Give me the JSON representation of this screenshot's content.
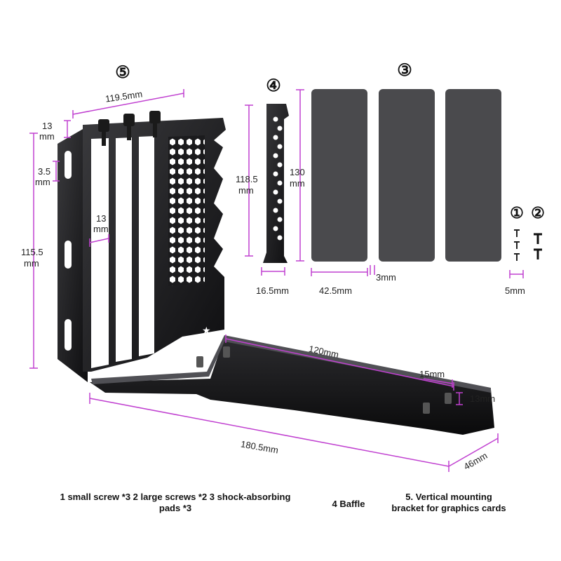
{
  "colors": {
    "dimension_line": "#c040d0",
    "metal": "#1b1b1d",
    "pad": "#4a4a4d",
    "background": "#ffffff"
  },
  "markers": {
    "bracket": "⑤",
    "baffle": "④",
    "pads": "③",
    "small_screw": "①",
    "large_screw": "②"
  },
  "dimensions": {
    "bracket_width": "119.5mm",
    "top_offset_a": "13",
    "top_offset_b": "mm",
    "slot_width_a": "3.5",
    "slot_width_b": "mm",
    "inner_gap_a": "13",
    "inner_gap_b": "mm",
    "bracket_height_a": "115.5",
    "bracket_height_b": "mm",
    "baffle_height_a": "118.5",
    "baffle_height_b": "mm",
    "baffle_width": "16.5mm",
    "pad_height_a": "130",
    "pad_height_b": "mm",
    "pad_width": "42.5mm",
    "pad_thickness": "3mm",
    "screw_length": "5mm",
    "base_length": "120mm",
    "base_hole_offset": "15mm",
    "base_hole_edge": "13mm",
    "total_length": "180.5mm",
    "base_depth": "46mm"
  },
  "captions": {
    "screws_pads_line1": "1 small screw *3 2 large screws *2 3 shock-absorbing",
    "screws_pads_line2": "pads *3",
    "baffle": "4 Baffle",
    "bracket_line1": "5. Vertical mounting",
    "bracket_line2": "bracket for graphics cards"
  }
}
